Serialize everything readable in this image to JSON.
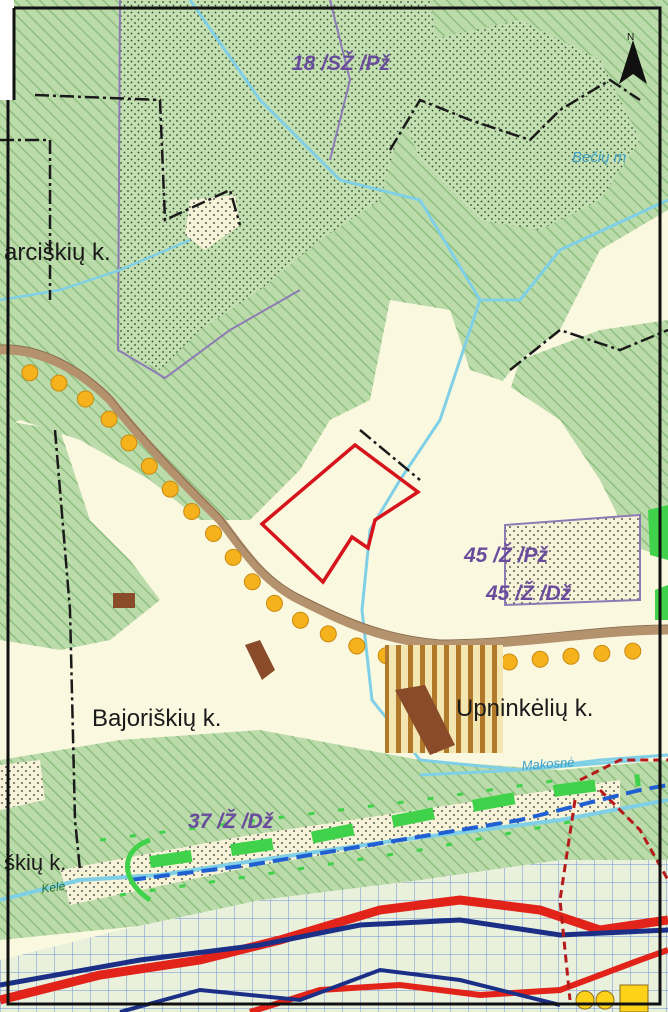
{
  "map": {
    "zone_labels": {
      "zone_18": "18 /SŽ /Pž",
      "zone_45a": "45 /Ž /Pž",
      "zone_45b": "45 /Ž /Dž",
      "zone_37": "37 /Ž /Dž"
    },
    "place_labels": {
      "narcisk": "arciškių k.",
      "bajorisk": "Bajoriškių k.",
      "upninkeliu": "Upninkėlių k.",
      "left_bottom": "škių k."
    },
    "water_labels": {
      "becu": "Bečių m",
      "makosne": "Makosnė",
      "kele": "Kėlė"
    },
    "north_label": "N",
    "colors": {
      "forest": "#b9d9a6",
      "forest_hatch": "#8fbf80",
      "open_land": "#fbf8e0",
      "river": "#7fd0e6",
      "road": "#b4926e",
      "road_dot": "#f5b21c",
      "site_outline": "#d6141b",
      "zone_label": "#6a4c9c",
      "zone_border": "#8e7bb5",
      "boundary": "#1a1a1a",
      "green_mark": "#3fd24a",
      "blue_dash": "#1f5fd1",
      "protected_red": "#e2231a",
      "protected_navy": "#1b2f86"
    }
  }
}
